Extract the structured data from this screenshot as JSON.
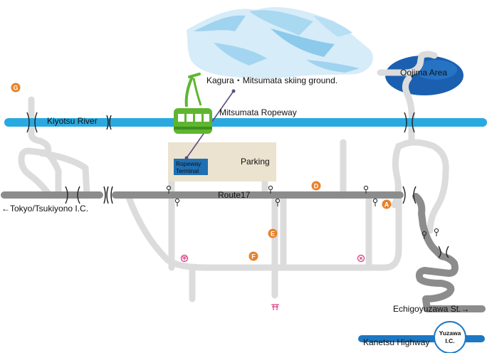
{
  "labels": {
    "ski_area": "Kagura・Mitsumata skiing ground.",
    "ropeway": "Mitsumata Ropeway",
    "river": "Kiyotsu River",
    "oojima": "Oojima Area",
    "parking": "Parking",
    "ropeway_terminal_line1": "Ropeway",
    "ropeway_terminal_line2": "Terminal",
    "route": "Route17",
    "tokyo": "←Tokyo/Tsukiyono I.C.",
    "echigoyuzawa": "Echigoyuzawa St.→",
    "kanetsu": "Kanetsu Highway",
    "yuzawa_ic_line1": "Yuzawa",
    "yuzawa_ic_line2": "I.C."
  },
  "markers": [
    {
      "letter": "A"
    },
    {
      "letter": "D"
    },
    {
      "letter": "E"
    },
    {
      "letter": "F"
    },
    {
      "letter": "G"
    }
  ],
  "colors": {
    "river": "#29a9e0",
    "road_main": "#8c8c8c",
    "road_minor": "#dcdcdc",
    "marker": "#e8822a",
    "parking": "#ebe3cf",
    "terminal": "#1f6fb2",
    "gondola": "#5fb530",
    "lake": "#1b5fb0",
    "highway": "#1d78c4"
  },
  "icons": [
    "shrine-icon",
    "bus-stop-icon",
    "post-office-icon",
    "police-icon",
    "gondola-icon",
    "mountain-icon"
  ]
}
